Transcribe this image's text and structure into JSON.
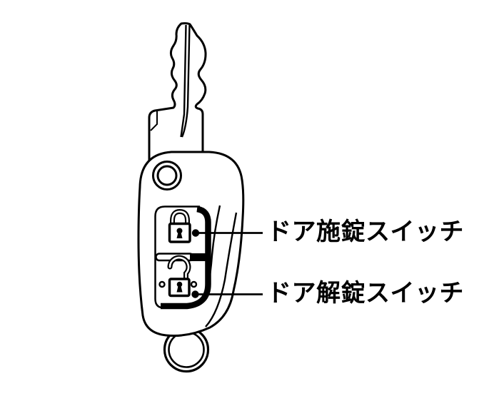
{
  "colors": {
    "background": "#ffffff",
    "ink": "#000000"
  },
  "callouts": [
    {
      "label": "ドア施錠スイッチ",
      "icon": "closed-padlock-icon",
      "target": "door-lock-switch"
    },
    {
      "label": "ドア解錠スイッチ",
      "icon": "open-padlock-icon",
      "target": "door-unlock-switch"
    }
  ]
}
